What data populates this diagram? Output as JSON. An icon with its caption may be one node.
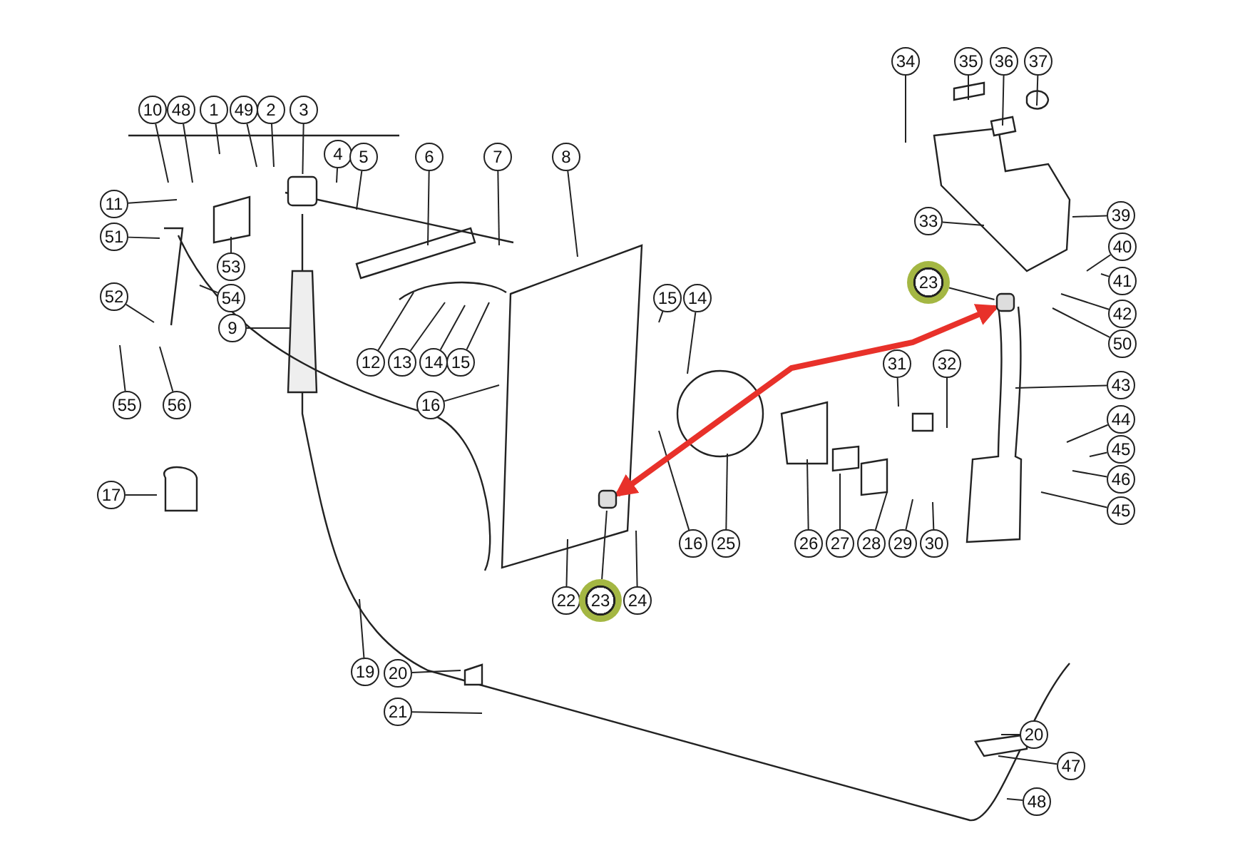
{
  "diagram": {
    "nodes": [
      {
        "text": [
          "10"
        ]
      },
      {
        "text": [
          "48"
        ]
      },
      {
        "text": [
          "1"
        ]
      },
      {
        "text": [
          "49"
        ]
      },
      {
        "text": [
          "2"
        ]
      },
      {
        "text": [
          "3"
        ]
      },
      {
        "text": [
          "4"
        ]
      },
      {
        "text": [
          "5"
        ]
      },
      {
        "text": [
          "6"
        ]
      },
      {
        "text": [
          "7"
        ]
      },
      {
        "text": [
          "8"
        ]
      },
      {
        "text": [
          "11"
        ]
      },
      {
        "text": [
          "51"
        ]
      },
      {
        "text": [
          "53"
        ]
      },
      {
        "text": [
          "54"
        ]
      },
      {
        "text": [
          "52"
        ]
      },
      {
        "text": [
          "9"
        ]
      },
      {
        "text": [
          "55"
        ]
      },
      {
        "text": [
          "56"
        ]
      },
      {
        "text": [
          "12"
        ]
      },
      {
        "text": [
          "13"
        ]
      },
      {
        "text": [
          "14"
        ]
      },
      {
        "text": [
          "15"
        ]
      },
      {
        "text": [
          "16"
        ]
      },
      {
        "text": [
          "15"
        ]
      },
      {
        "text": [
          "14"
        ]
      },
      {
        "text": [
          "16"
        ]
      },
      {
        "text": [
          "25"
        ]
      },
      {
        "text": [
          "17"
        ]
      },
      {
        "text": [
          "19"
        ]
      },
      {
        "text": [
          "20"
        ]
      },
      {
        "text": [
          "21"
        ]
      },
      {
        "text": [
          "22"
        ]
      },
      {
        "text": [
          "23"
        ]
      },
      {
        "text": [
          "24"
        ]
      },
      {
        "text": [
          "26"
        ]
      },
      {
        "text": [
          "27"
        ]
      },
      {
        "text": [
          "28"
        ]
      },
      {
        "text": [
          "29"
        ]
      },
      {
        "text": [
          "30"
        ]
      },
      {
        "text": [
          "31"
        ]
      },
      {
        "text": [
          "32"
        ]
      },
      {
        "text": [
          "33"
        ]
      },
      {
        "text": [
          "34"
        ]
      },
      {
        "text": [
          "35"
        ]
      },
      {
        "text": [
          "36"
        ]
      },
      {
        "text": [
          "37"
        ]
      },
      {
        "text": [
          "39"
        ]
      },
      {
        "text": [
          "40"
        ]
      },
      {
        "text": [
          "41"
        ]
      },
      {
        "text": [
          "42"
        ]
      },
      {
        "text": [
          "50"
        ]
      },
      {
        "text": [
          "23"
        ]
      },
      {
        "text": [
          "43"
        ]
      },
      {
        "text": [
          "44"
        ]
      },
      {
        "text": [
          "45"
        ]
      },
      {
        "text": [
          "46"
        ]
      },
      {
        "text": [
          "45"
        ]
      },
      {
        "text": [
          "20"
        ]
      },
      {
        "text": [
          "47"
        ]
      },
      {
        "text": [
          "48"
        ]
      },
      {
        "text": [],
        "shape": "box"
      },
      {
        "text": [],
        "shape": "box"
      },
      {
        "text": [],
        "shape": "box"
      }
    ],
    "edges": [
      {
        "from": 0,
        "to": null,
        "arrow": "none"
      },
      {
        "from": 1,
        "to": null,
        "arrow": "none"
      },
      {
        "from": 2,
        "to": null,
        "arrow": "none"
      },
      {
        "from": 3,
        "to": null,
        "arrow": "none"
      },
      {
        "from": 4,
        "to": null,
        "arrow": "none"
      },
      {
        "from": 5,
        "to": 63,
        "arrow": "none"
      },
      {
        "from": 6,
        "to": null,
        "arrow": "none"
      },
      {
        "from": 7,
        "to": null,
        "arrow": "none"
      },
      {
        "from": 8,
        "to": null,
        "arrow": "none"
      },
      {
        "from": 9,
        "to": null,
        "arrow": "none"
      },
      {
        "from": 10,
        "to": null,
        "arrow": "none"
      },
      {
        "from": 11,
        "to": null,
        "arrow": "none"
      },
      {
        "from": 12,
        "to": null,
        "arrow": "none"
      },
      {
        "from": 13,
        "to": null,
        "arrow": "none"
      },
      {
        "from": 14,
        "to": null,
        "arrow": "none"
      },
      {
        "from": 15,
        "to": null,
        "arrow": "none"
      },
      {
        "from": 16,
        "to": null,
        "arrow": "none"
      },
      {
        "from": 17,
        "to": null,
        "arrow": "none"
      },
      {
        "from": 18,
        "to": null,
        "arrow": "none"
      },
      {
        "from": 19,
        "to": null,
        "arrow": "none"
      },
      {
        "from": 20,
        "to": null,
        "arrow": "none"
      },
      {
        "from": 21,
        "to": null,
        "arrow": "none"
      },
      {
        "from": 22,
        "to": null,
        "arrow": "none"
      },
      {
        "from": 23,
        "to": null,
        "arrow": "none"
      },
      {
        "from": 24,
        "to": null,
        "arrow": "none"
      },
      {
        "from": 25,
        "to": null,
        "arrow": "none"
      },
      {
        "from": 26,
        "to": null,
        "arrow": "none"
      },
      {
        "from": 27,
        "to": null,
        "arrow": "none"
      },
      {
        "from": 28,
        "to": null,
        "arrow": "none"
      },
      {
        "from": 29,
        "to": null,
        "arrow": "none"
      },
      {
        "from": 30,
        "to": null,
        "arrow": "none"
      },
      {
        "from": 31,
        "to": null,
        "arrow": "none"
      },
      {
        "from": 32,
        "to": null,
        "arrow": "none"
      },
      {
        "from": 33,
        "to": 61,
        "arrow": "none"
      },
      {
        "from": 34,
        "to": null,
        "arrow": "none"
      },
      {
        "from": 35,
        "to": null,
        "arrow": "none"
      },
      {
        "from": 36,
        "to": null,
        "arrow": "none"
      },
      {
        "from": 37,
        "to": null,
        "arrow": "none"
      },
      {
        "from": 38,
        "to": null,
        "arrow": "none"
      },
      {
        "from": 39,
        "to": null,
        "arrow": "none"
      },
      {
        "from": 40,
        "to": null,
        "arrow": "none"
      },
      {
        "from": 41,
        "to": null,
        "arrow": "none"
      },
      {
        "from": 42,
        "to": null,
        "arrow": "none"
      },
      {
        "from": 43,
        "to": null,
        "arrow": "none"
      },
      {
        "from": 44,
        "to": null,
        "arrow": "none"
      },
      {
        "from": 45,
        "to": null,
        "arrow": "none"
      },
      {
        "from": 46,
        "to": null,
        "arrow": "none"
      },
      {
        "from": 47,
        "to": null,
        "arrow": "none"
      },
      {
        "from": 48,
        "to": null,
        "arrow": "none"
      },
      {
        "from": 49,
        "to": null,
        "arrow": "none"
      },
      {
        "from": 50,
        "to": null,
        "arrow": "none"
      },
      {
        "from": 51,
        "to": null,
        "arrow": "none"
      },
      {
        "from": 52,
        "to": 62,
        "arrow": "none"
      },
      {
        "from": 53,
        "to": null,
        "arrow": "none"
      },
      {
        "from": 54,
        "to": null,
        "arrow": "none"
      },
      {
        "from": 55,
        "to": null,
        "arrow": "none"
      },
      {
        "from": 56,
        "to": null,
        "arrow": "none"
      },
      {
        "from": 57,
        "to": null,
        "arrow": "none"
      },
      {
        "from": 58,
        "to": null,
        "arrow": "none"
      },
      {
        "from": 59,
        "to": null,
        "arrow": "none"
      },
      {
        "from": 60,
        "to": null,
        "arrow": "none"
      },
      {
        "from": 61,
        "to": 62,
        "arrow": "both",
        "style": "thick",
        "color": "#e8312a"
      }
    ]
  }
}
